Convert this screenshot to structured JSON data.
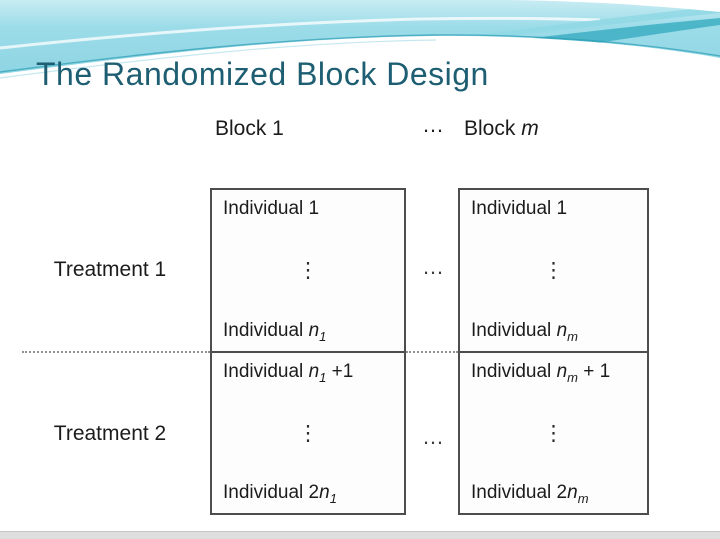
{
  "slide": {
    "title": "The Randomized Block Design"
  },
  "header_row": {
    "block1": "Block 1",
    "dots": "…",
    "blockm_prefix": "Block ",
    "blockm_var": "m"
  },
  "rows": [
    {
      "label": "Treatment 1",
      "dots": "…"
    },
    {
      "label": "Treatment 2",
      "dots": "…"
    }
  ],
  "cells": {
    "r1c1": {
      "top": "Individual 1",
      "vdots": "⋮",
      "bottom": {
        "prefix": "Individual ",
        "var": "n",
        "sub": "1",
        "suffix": ""
      }
    },
    "r1c2": {
      "top": "Individual 1",
      "vdots": "⋮",
      "bottom": {
        "prefix": "Individual ",
        "var": "n",
        "sub": "m",
        "suffix": ""
      }
    },
    "r2c1": {
      "top": {
        "prefix": "Individual ",
        "var": "n",
        "sub": "1",
        "suffix": " +1"
      },
      "vdots": "⋮",
      "bottom": {
        "prefix": "Individual 2",
        "var": "n",
        "sub": "1",
        "suffix": ""
      }
    },
    "r2c2": {
      "top": {
        "prefix": "Individual ",
        "var": "n",
        "sub": "m",
        "suffix": " + 1"
      },
      "vdots": "⋮",
      "bottom": {
        "prefix": "Individual 2",
        "var": "n",
        "sub": "m",
        "suffix": ""
      }
    }
  },
  "colors": {
    "title": "#1E5E72",
    "header_gradient_top": "#C8ECF3",
    "header_gradient_bottom": "#89D1E0",
    "wave_accent_teal": "#45B2C6",
    "box_border": "#4D4D4D",
    "body_text": "#1C1C1C",
    "dotted_line": "#909090"
  }
}
